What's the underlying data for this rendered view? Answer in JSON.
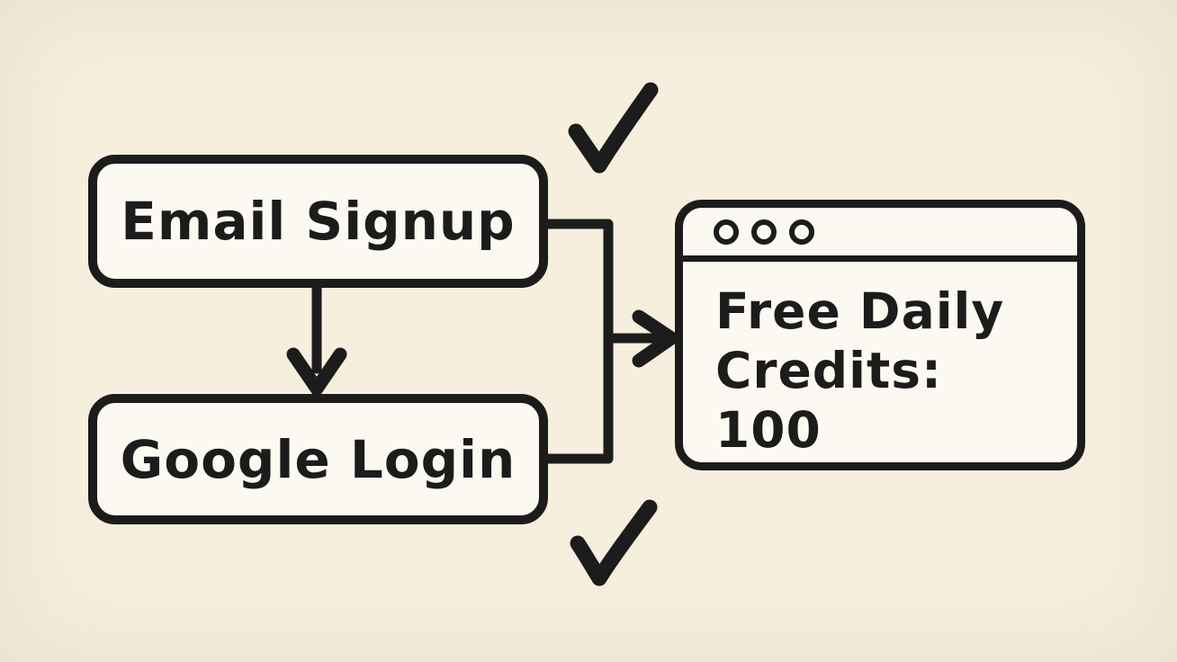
{
  "theme": {
    "bg": "#f6efde",
    "ink": "#1c1c1c",
    "node-fill": "#fcf9f2"
  },
  "nodes": {
    "email_signup": {
      "label": "Email Signup"
    },
    "google_login": {
      "label": "Google Login"
    }
  },
  "browser_window": {
    "line1": "Free Daily",
    "line2": "Credits: 100",
    "window_dots_count": 3
  },
  "icons": {
    "checkmark_top": "check-mark",
    "checkmark_bottom": "check-mark",
    "arrow_down": "arrow-down",
    "arrow_right": "arrow-right",
    "window_dots": "window-control-circles"
  }
}
